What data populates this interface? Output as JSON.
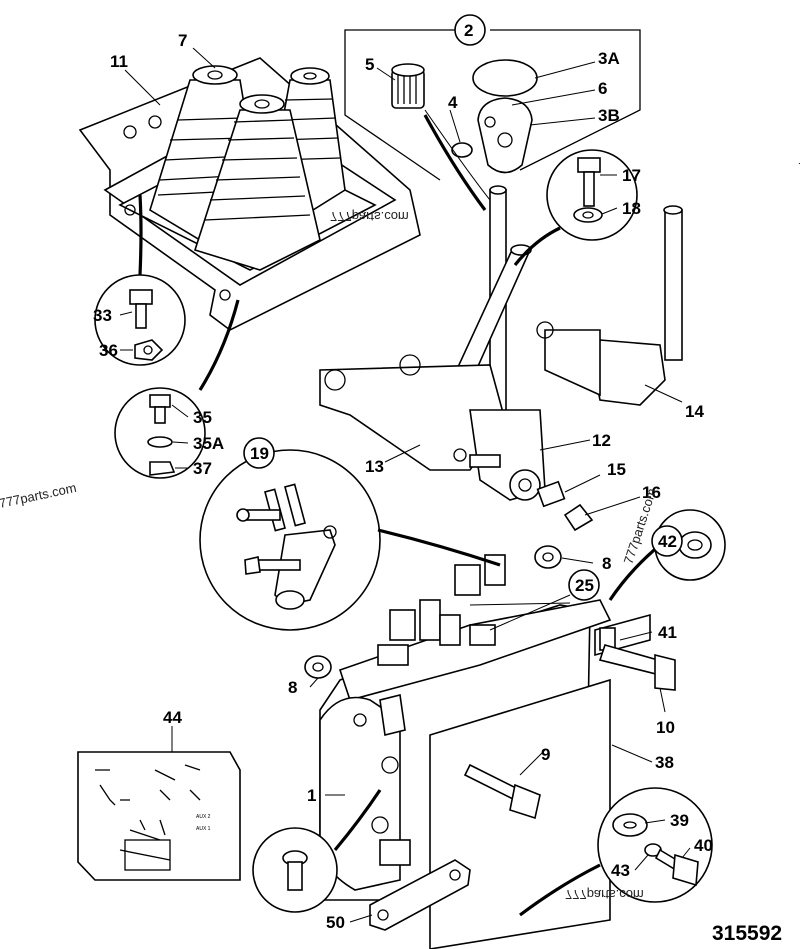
{
  "diagram_number": "315592",
  "watermark": "777parts.com",
  "callouts": {
    "c1": "1",
    "c2": "2",
    "c3a": "3A",
    "c3b": "3B",
    "c4": "4",
    "c5": "5",
    "c6": "6",
    "c7": "7",
    "c8a": "8",
    "c8b": "8",
    "c9": "9",
    "c10": "10",
    "c11": "11",
    "c12": "12",
    "c13": "13",
    "c14": "14",
    "c15": "15",
    "c16": "16",
    "c17": "17",
    "c18": "18",
    "c19": "19",
    "c25": "25",
    "c33": "33",
    "c35": "35",
    "c35a": "35A",
    "c36": "36",
    "c37": "37",
    "c38": "38",
    "c39": "39",
    "c40": "40",
    "c41": "41",
    "c42": "42",
    "c43": "43",
    "c44": "44",
    "c50": "50"
  },
  "decal_labels": {
    "aux1": "AUX 1",
    "aux2": "AUX 2"
  }
}
